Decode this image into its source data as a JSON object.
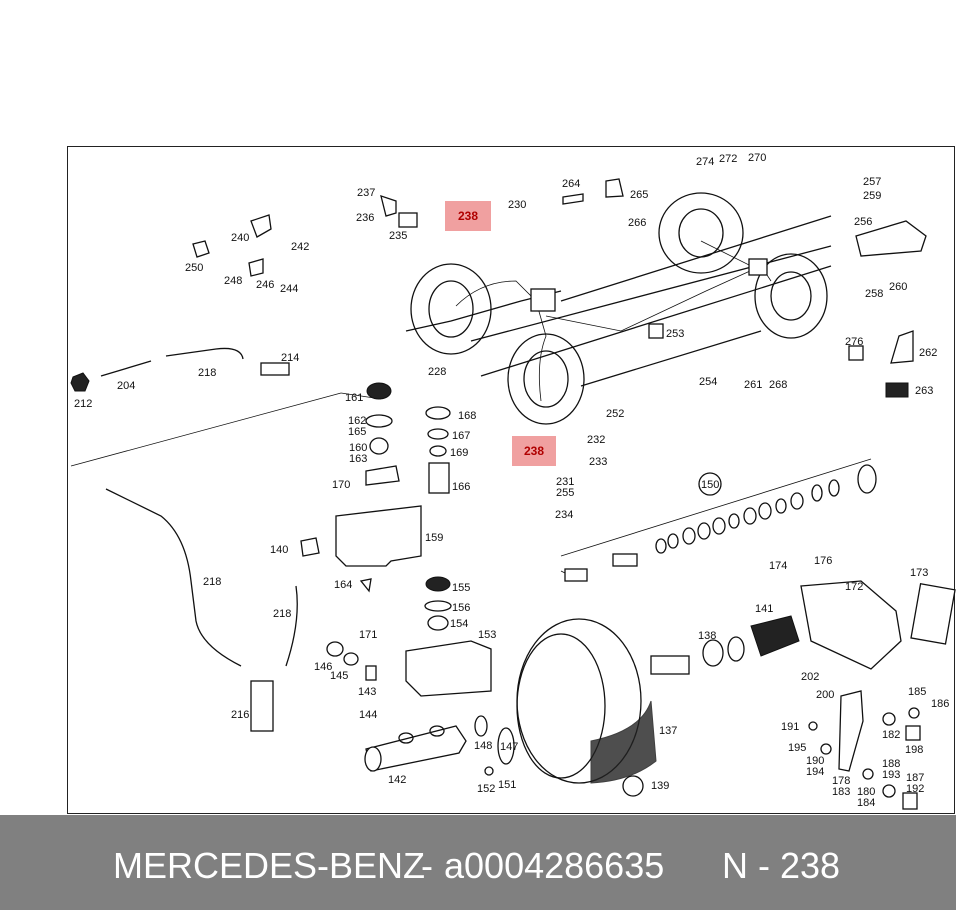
{
  "footer": {
    "brand": "MERCEDES-BENZ",
    "separator": "-",
    "part_number": "a0004286635",
    "ref": "N - 238"
  },
  "highlight_labels": [
    "238",
    "238"
  ],
  "labels": [
    {
      "id": "l237",
      "text": "237"
    },
    {
      "id": "l236",
      "text": "236"
    },
    {
      "id": "l235",
      "text": "235"
    },
    {
      "id": "l240",
      "text": "240"
    },
    {
      "id": "l242",
      "text": "242"
    },
    {
      "id": "l250",
      "text": "250"
    },
    {
      "id": "l248",
      "text": "248"
    },
    {
      "id": "l246",
      "text": "246"
    },
    {
      "id": "l244",
      "text": "244"
    },
    {
      "id": "l230",
      "text": "230"
    },
    {
      "id": "l264",
      "text": "264"
    },
    {
      "id": "l265",
      "text": "265"
    },
    {
      "id": "l266",
      "text": "266"
    },
    {
      "id": "l274",
      "text": "274"
    },
    {
      "id": "l272",
      "text": "272"
    },
    {
      "id": "l270",
      "text": "270"
    },
    {
      "id": "l257",
      "text": "257"
    },
    {
      "id": "l259",
      "text": "259"
    },
    {
      "id": "l256",
      "text": "256"
    },
    {
      "id": "l258",
      "text": "258"
    },
    {
      "id": "l260",
      "text": "260"
    },
    {
      "id": "l212",
      "text": "212"
    },
    {
      "id": "l204",
      "text": "204"
    },
    {
      "id": "l218a",
      "text": "218"
    },
    {
      "id": "l214",
      "text": "214"
    },
    {
      "id": "l228",
      "text": "228"
    },
    {
      "id": "l253",
      "text": "253"
    },
    {
      "id": "l254",
      "text": "254"
    },
    {
      "id": "l261",
      "text": "261"
    },
    {
      "id": "l268",
      "text": "268"
    },
    {
      "id": "l276",
      "text": "276"
    },
    {
      "id": "l262",
      "text": "262"
    },
    {
      "id": "l263",
      "text": "263"
    },
    {
      "id": "l252",
      "text": "252"
    },
    {
      "id": "l161",
      "text": "161"
    },
    {
      "id": "l162",
      "text": "162"
    },
    {
      "id": "l165",
      "text": "165"
    },
    {
      "id": "l160",
      "text": "160"
    },
    {
      "id": "l163",
      "text": "163"
    },
    {
      "id": "l168a",
      "text": "168"
    },
    {
      "id": "l167",
      "text": "167"
    },
    {
      "id": "l169",
      "text": "169"
    },
    {
      "id": "l232",
      "text": "232"
    },
    {
      "id": "l233",
      "text": "233"
    },
    {
      "id": "l170",
      "text": "170"
    },
    {
      "id": "l166",
      "text": "166"
    },
    {
      "id": "l231",
      "text": "231"
    },
    {
      "id": "l255",
      "text": "255"
    },
    {
      "id": "l234",
      "text": "234"
    },
    {
      "id": "l150",
      "text": "150"
    },
    {
      "id": "l159",
      "text": "159"
    },
    {
      "id": "l140",
      "text": "140"
    },
    {
      "id": "l164",
      "text": "164"
    },
    {
      "id": "l218b",
      "text": "218"
    },
    {
      "id": "l218c",
      "text": "218"
    },
    {
      "id": "l155",
      "text": "155"
    },
    {
      "id": "l156",
      "text": "156"
    },
    {
      "id": "l154",
      "text": "154"
    },
    {
      "id": "l153",
      "text": "153"
    },
    {
      "id": "l171",
      "text": "171"
    },
    {
      "id": "l146",
      "text": "146"
    },
    {
      "id": "l145",
      "text": "145"
    },
    {
      "id": "l143",
      "text": "143"
    },
    {
      "id": "l216",
      "text": "216"
    },
    {
      "id": "l144",
      "text": "144"
    },
    {
      "id": "l142",
      "text": "142"
    },
    {
      "id": "l148",
      "text": "148"
    },
    {
      "id": "l147",
      "text": "147"
    },
    {
      "id": "l152",
      "text": "152"
    },
    {
      "id": "l151",
      "text": "151"
    },
    {
      "id": "l137",
      "text": "137"
    },
    {
      "id": "l139",
      "text": "139"
    },
    {
      "id": "l138",
      "text": "138"
    },
    {
      "id": "l141",
      "text": "141"
    },
    {
      "id": "l174",
      "text": "174"
    },
    {
      "id": "l176",
      "text": "176"
    },
    {
      "id": "l172",
      "text": "172"
    },
    {
      "id": "l173",
      "text": "173"
    },
    {
      "id": "l202",
      "text": "202"
    },
    {
      "id": "l200",
      "text": "200"
    },
    {
      "id": "l185",
      "text": "185"
    },
    {
      "id": "l186",
      "text": "186"
    },
    {
      "id": "l191",
      "text": "191"
    },
    {
      "id": "l182",
      "text": "182"
    },
    {
      "id": "l198",
      "text": "198"
    },
    {
      "id": "l195",
      "text": "195"
    },
    {
      "id": "l190",
      "text": "190"
    },
    {
      "id": "l194",
      "text": "194"
    },
    {
      "id": "l188",
      "text": "188"
    },
    {
      "id": "l193",
      "text": "193"
    },
    {
      "id": "l178",
      "text": "178"
    },
    {
      "id": "l183",
      "text": "183"
    },
    {
      "id": "l180",
      "text": "180"
    },
    {
      "id": "l184",
      "text": "184"
    },
    {
      "id": "l187",
      "text": "187"
    },
    {
      "id": "l192",
      "text": "192"
    }
  ]
}
